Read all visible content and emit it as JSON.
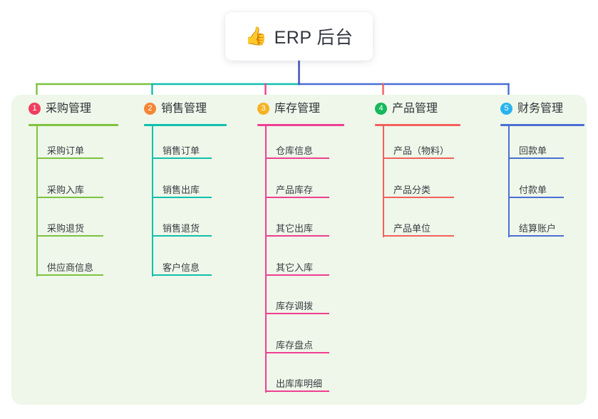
{
  "diagram": {
    "type": "org-chart",
    "root": {
      "emoji": "👍",
      "emoji_name": "thumbs-up-icon",
      "title": "ERP 后台"
    },
    "panel_color": "#eef7e9",
    "stem_color": "#4a55c4",
    "branches": [
      {
        "number": "1",
        "title": "采购管理",
        "badge_color": "#ef3f5f",
        "line_color": "#7fc241",
        "items": [
          "采购订单",
          "采购入库",
          "采购退货",
          "供应商信息"
        ]
      },
      {
        "number": "2",
        "title": "销售管理",
        "badge_color": "#f58634",
        "line_color": "#12bfae",
        "items": [
          "销售订单",
          "销售出库",
          "销售退货",
          "客户信息"
        ]
      },
      {
        "number": "3",
        "title": "库存管理",
        "badge_color": "#f5b324",
        "line_color": "#ef3f93",
        "items": [
          "仓库信息",
          "产品库存",
          "其它出库",
          "其它入库",
          "库存调拨",
          "库存盘点",
          "出库库明细"
        ]
      },
      {
        "number": "4",
        "title": "产品管理",
        "badge_color": "#16b85c",
        "line_color": "#f4605c",
        "items": [
          "产品（物料）",
          "产品分类",
          "产品单位"
        ]
      },
      {
        "number": "5",
        "title": "财务管理",
        "badge_color": "#2ab4ef",
        "line_color": "#4a6fd4",
        "items": [
          "回款单",
          "付款单",
          "结算账户"
        ]
      }
    ]
  }
}
